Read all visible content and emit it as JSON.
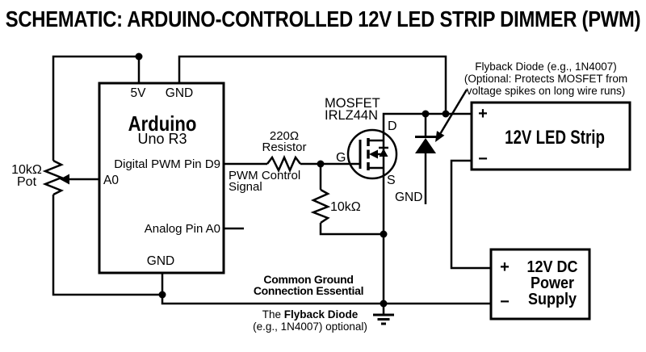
{
  "title": "SCHEMATIC: ARDUINO-CONTROLLED 12V LED STRIP DIMMER (PWM)",
  "colors": {
    "line": "#000000",
    "background": "#ffffff"
  },
  "arduino": {
    "name": "Arduino",
    "model": "Uno R3",
    "pins": {
      "v5": "5V",
      "gnd_top": "GND",
      "d9": "Digital PWM Pin D9",
      "a0": "A0",
      "analog_a0": "Analog Pin A0",
      "gnd_bottom": "GND"
    }
  },
  "potentiometer": {
    "value": "10kΩ",
    "label": "Pot"
  },
  "series_resistor": {
    "value": "220Ω",
    "label": "Resistor"
  },
  "pwm_signal": {
    "line1": "PWM Control",
    "line2": "Signal"
  },
  "mosfet": {
    "name": "MOSFET",
    "part": "IRLZ44N",
    "gate": "G",
    "drain": "D",
    "source": "S",
    "gnd_label": "GND"
  },
  "pulldown_resistor": {
    "value": "10kΩ"
  },
  "flyback_note": {
    "line1": "Flyback Diode (e.g., 1N4007)",
    "line2": "(Optional: Protects MOSFET from",
    "line3": "voltage spikes on long wire runs)"
  },
  "led_strip": {
    "title": "12V LED Strip",
    "plus": "+",
    "minus": "−"
  },
  "power_supply": {
    "line1": "12V DC",
    "line2": "Power",
    "line3": "Supply",
    "plus": "+",
    "minus": "−"
  },
  "ground_note": {
    "line1": "Common Ground",
    "line2": "Connection Essential"
  },
  "bottom_note": {
    "prefix": "The ",
    "bold": "Flyback Diode",
    "line2": "(e.g., 1N4007) optional)"
  }
}
